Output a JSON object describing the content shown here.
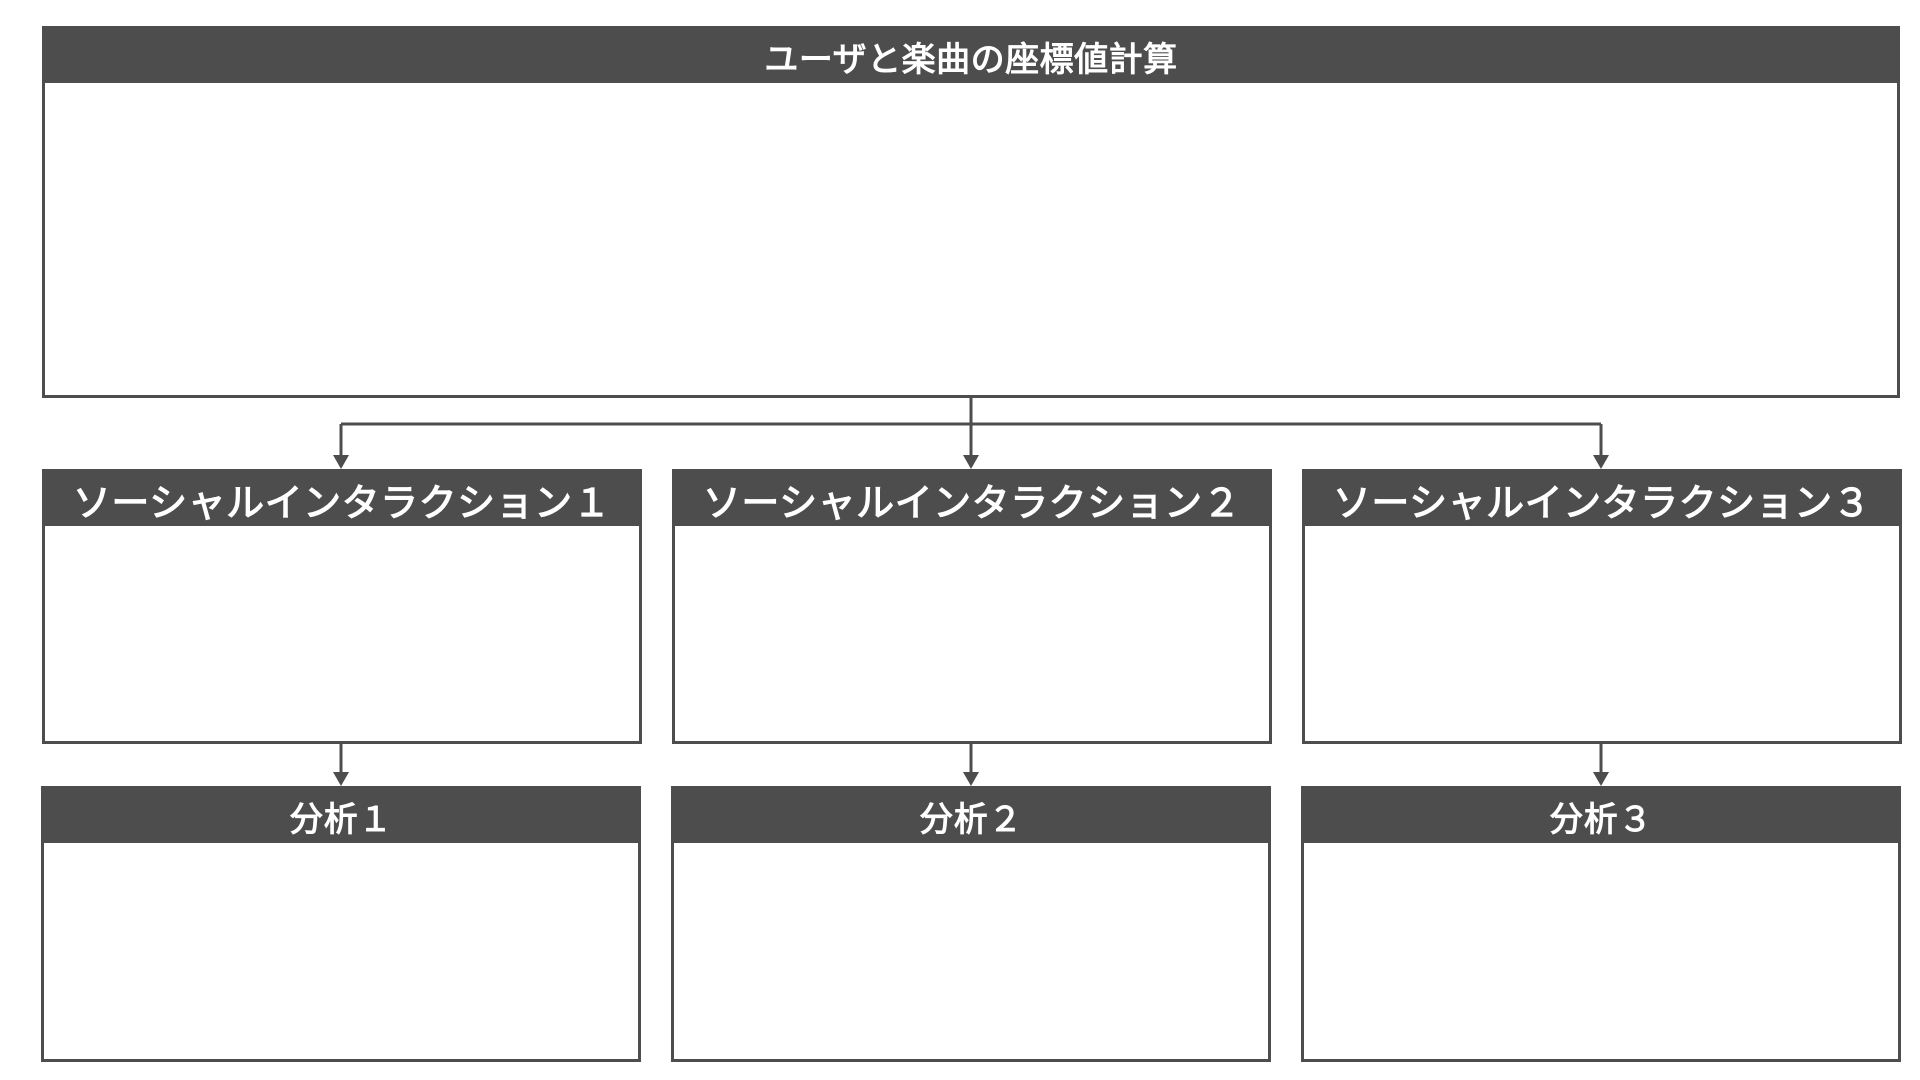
{
  "diagram": {
    "root": {
      "title": "ユーザと楽曲の座標値計算"
    },
    "interactions": [
      {
        "title": "ソーシャルインタラクション１"
      },
      {
        "title": "ソーシャルインタラクション２"
      },
      {
        "title": "ソーシャルインタラクション３"
      }
    ],
    "analyses": [
      {
        "title": "分析１"
      },
      {
        "title": "分析２"
      },
      {
        "title": "分析３"
      }
    ]
  },
  "colors": {
    "header_fill": "#4d4d4d",
    "border": "#4d4d4d",
    "header_text": "#ffffff",
    "body_fill": "#ffffff"
  }
}
